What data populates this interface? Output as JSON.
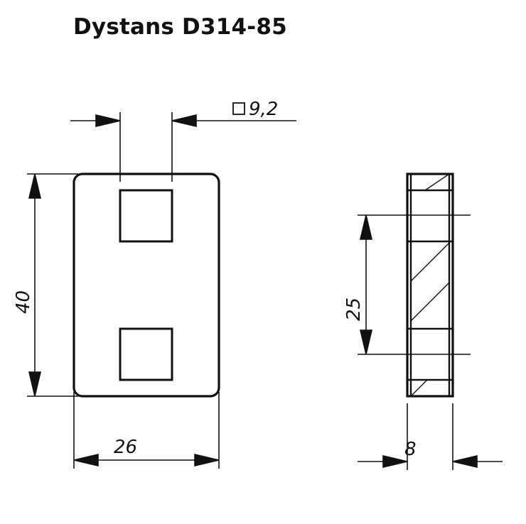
{
  "title": "Dystans D314-85",
  "dimensions": {
    "hole_size": "9,2",
    "height": "40",
    "width": "26",
    "hole_spacing": "25",
    "thickness": "8"
  },
  "symbols": {
    "square_symbol": "square-symbol-icon"
  },
  "colors": {
    "line": "#111111",
    "background": "#ffffff"
  }
}
